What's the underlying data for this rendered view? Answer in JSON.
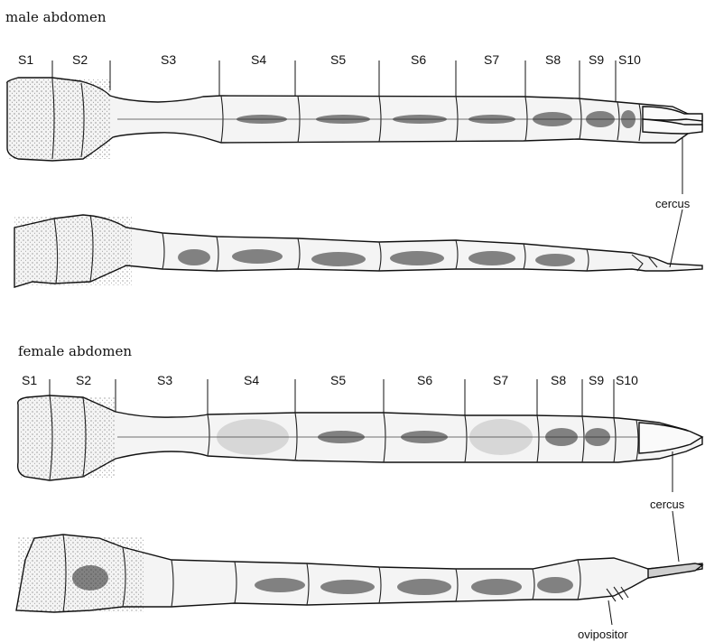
{
  "male": {
    "title": "male abdomen",
    "segments": [
      "S1",
      "S2",
      "S3",
      "S4",
      "S5",
      "S6",
      "S7",
      "S8",
      "S9",
      "S10"
    ],
    "callouts": [
      "cercus"
    ]
  },
  "female": {
    "title": "female abdomen",
    "segments": [
      "S1",
      "S2",
      "S3",
      "S4",
      "S5",
      "S6",
      "S7",
      "S8",
      "S9",
      "S10"
    ],
    "callouts": [
      "cercus",
      "ovipositor"
    ]
  }
}
